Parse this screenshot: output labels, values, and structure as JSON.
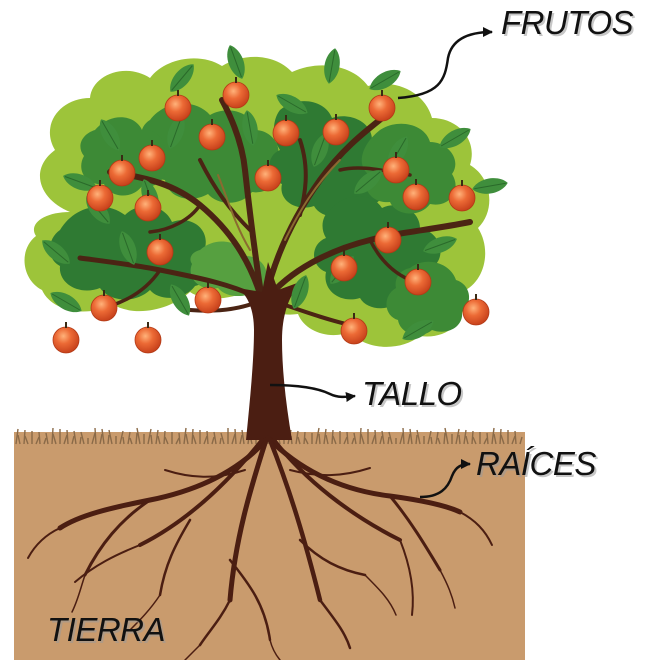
{
  "labels": {
    "fruits": "FRUTOS",
    "stem": "TALLO",
    "roots": "RAÍCES",
    "soil": "TIERRA"
  },
  "colors": {
    "soil": "#c99b6d",
    "grass": "#8d6a45",
    "trunk": "#4b1e12",
    "leaf_light": "#9dc43a",
    "leaf_dark": "#2f7a33",
    "leaf_mid": "#56a040",
    "fruit": "#e0552a",
    "arrow": "#111111"
  },
  "icons": {
    "fruit": "orange-fruit-icon",
    "leaf": "leaf-icon"
  }
}
